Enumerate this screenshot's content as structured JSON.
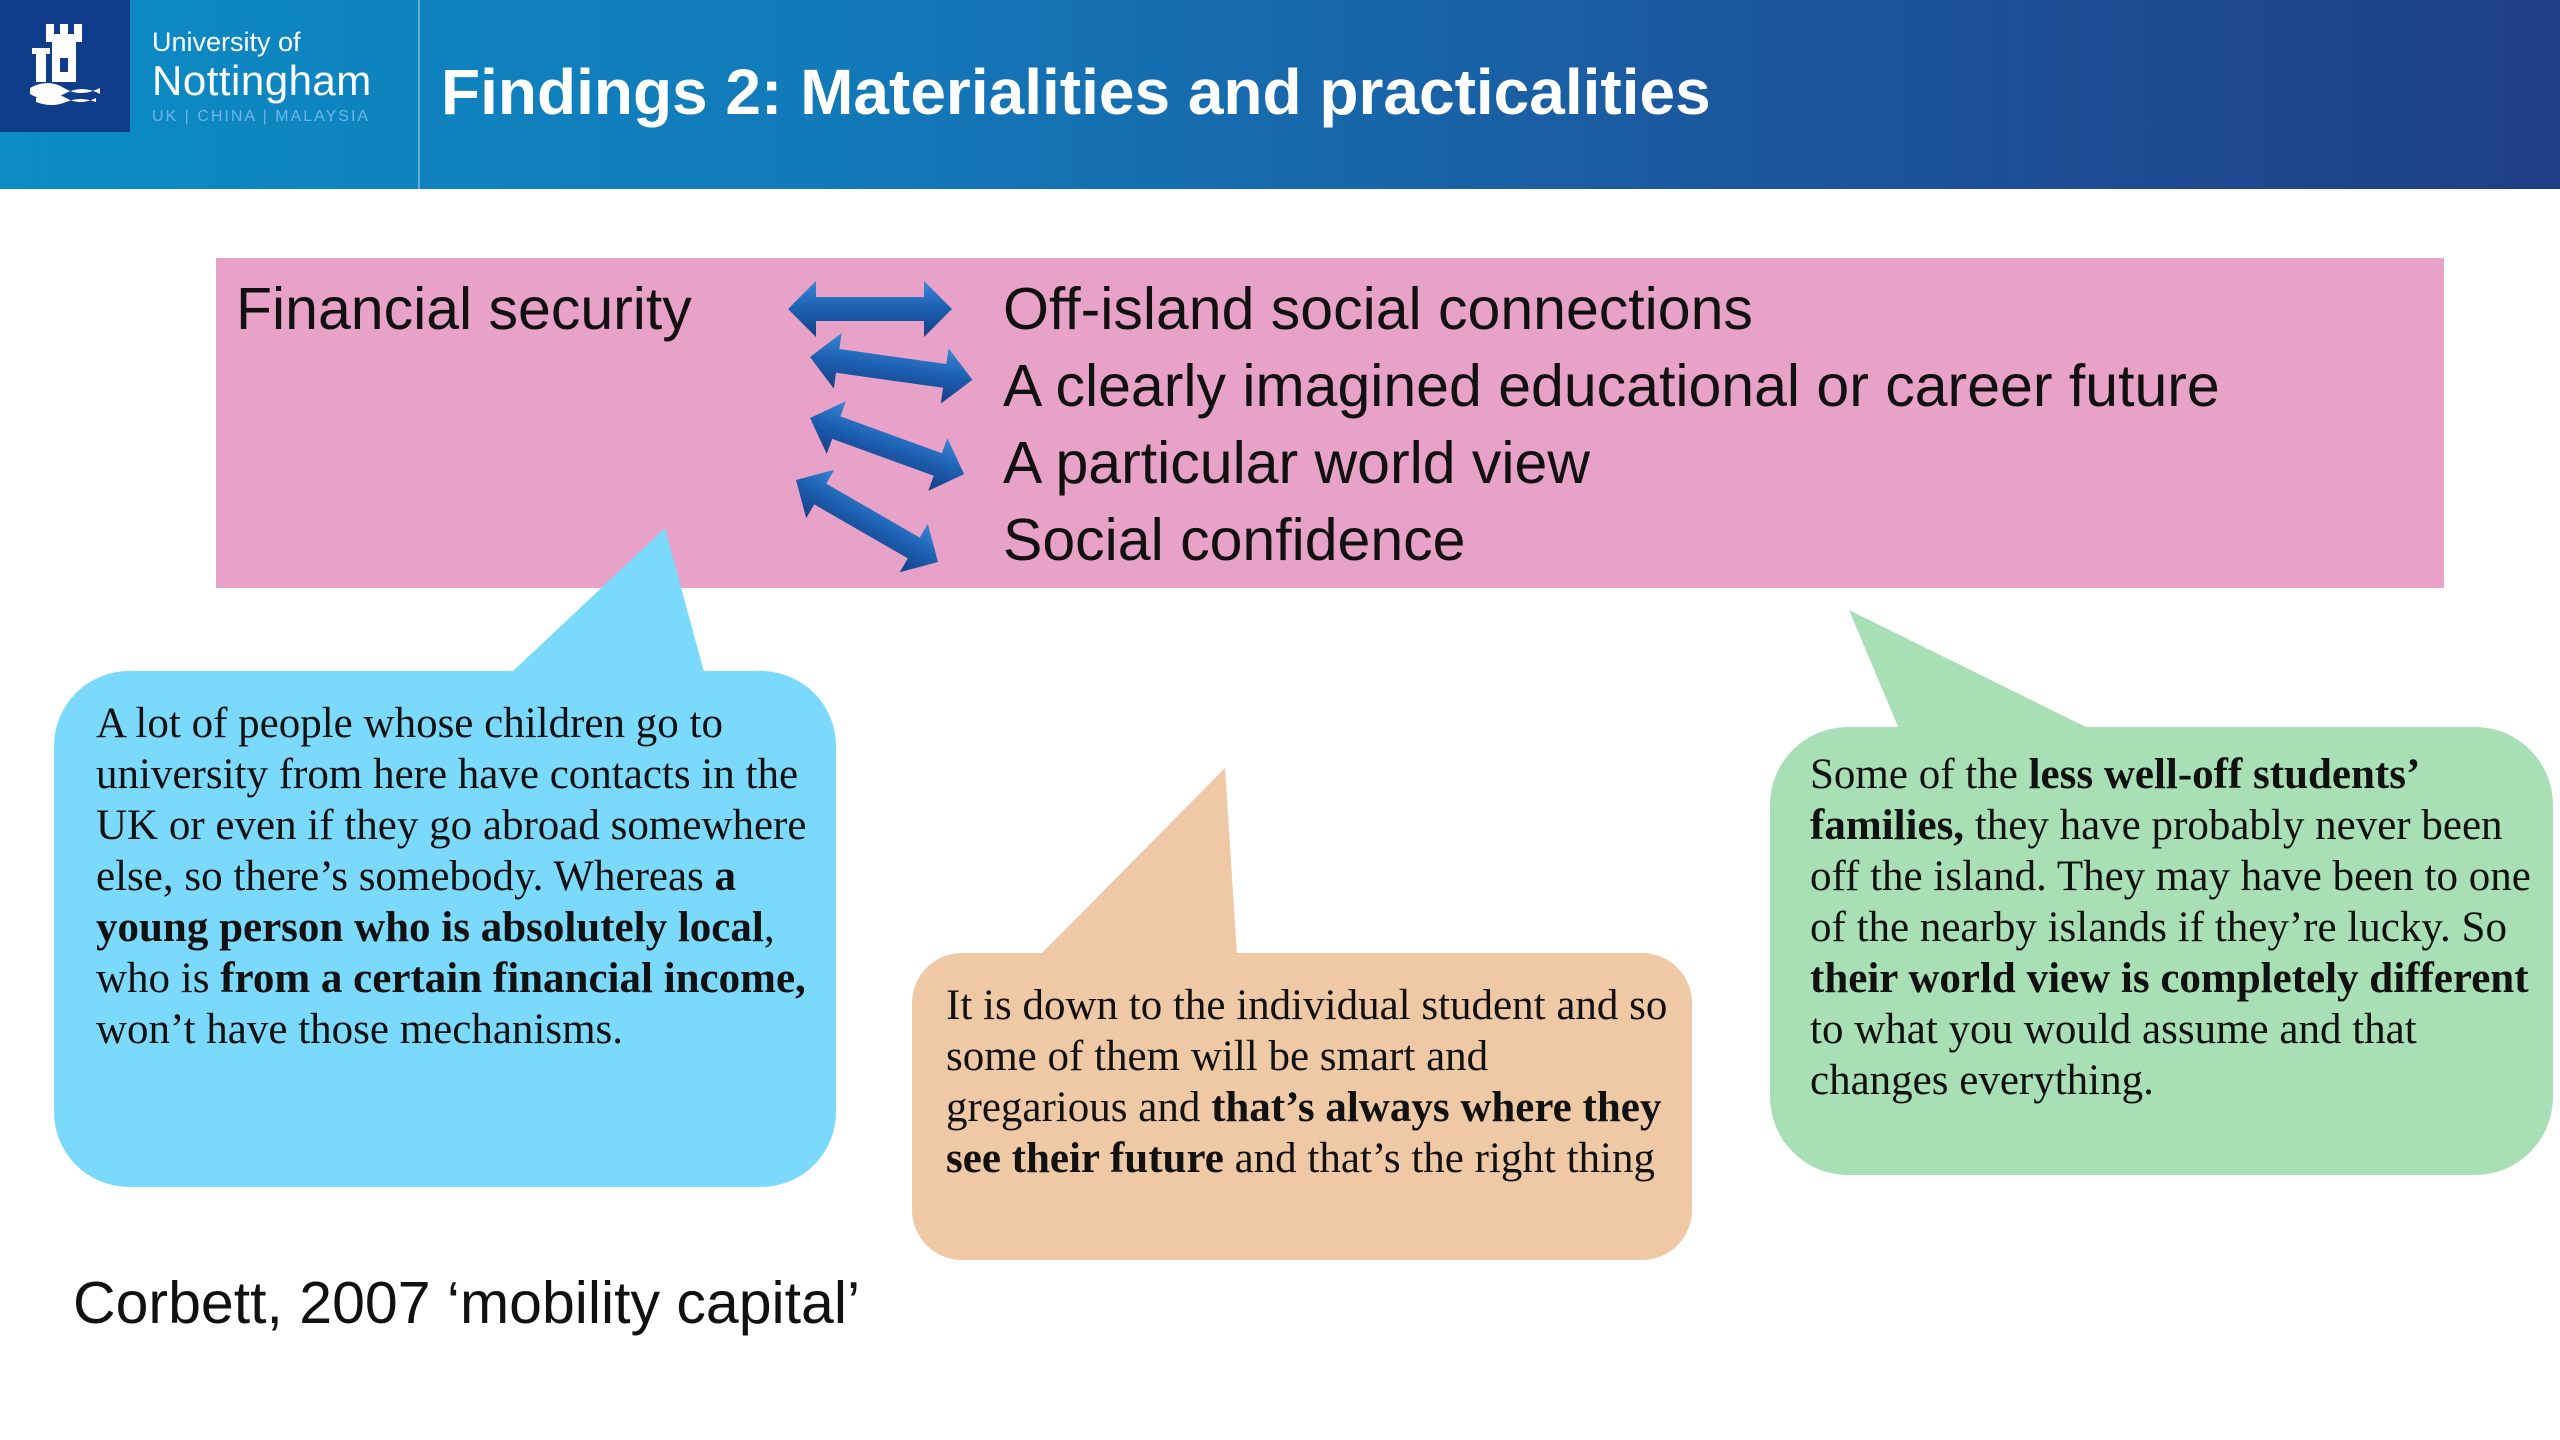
{
  "header": {
    "logo": {
      "line1": "University of",
      "line2": "Nottingham",
      "line3": "UK | CHINA | MALAYSIA",
      "icon": "castle-crest-icon"
    },
    "title": "Findings 2: Materialities and practicalities"
  },
  "colors": {
    "header_start": "#0b8cc4",
    "header_end": "#1f3f86",
    "pink_box": "#e8a2c8",
    "blue_bubble": "#7bd9fb",
    "orange_bubble": "#efc9a6",
    "green_bubble": "#a8dfb4",
    "arrow": "#1c5fb0"
  },
  "factors_box": {
    "left_label": "Financial security",
    "arrow_icon": "double-headed-arrow-icon",
    "items": [
      "Off-island social connections",
      "A clearly imagined educational or career future",
      "A particular world view",
      "Social confidence"
    ]
  },
  "quotes": {
    "blue": [
      {
        "text": "A lot of people whose children go to university from here have contacts in the UK or even if they go abroad somewhere else, so there’s somebody.  Whereas ",
        "bold": false
      },
      {
        "text": "a young person who is absolutely local",
        "bold": true
      },
      {
        "text": ", who is ",
        "bold": false
      },
      {
        "text": "from a certain financial income,",
        "bold": true
      },
      {
        "text": " won’t have those mechanisms.",
        "bold": false
      }
    ],
    "orange": [
      {
        "text": "It is down to the individual student and so some of them will be smart and gregarious and ",
        "bold": false
      },
      {
        "text": "that’s always where they see their future",
        "bold": true
      },
      {
        "text": " and that’s the right thing",
        "bold": false
      }
    ],
    "green": [
      {
        "text": "Some of the ",
        "bold": false
      },
      {
        "text": "less well-off students’ families,",
        "bold": true
      },
      {
        "text": " they have probably never been off the island. They may have been to one of the nearby islands if they’re lucky. So ",
        "bold": false
      },
      {
        "text": "their world view is completely different",
        "bold": true
      },
      {
        "text": " to what you would assume and that changes everything.",
        "bold": false
      }
    ]
  },
  "citation": "Corbett, 2007 ‘mobility capital’"
}
